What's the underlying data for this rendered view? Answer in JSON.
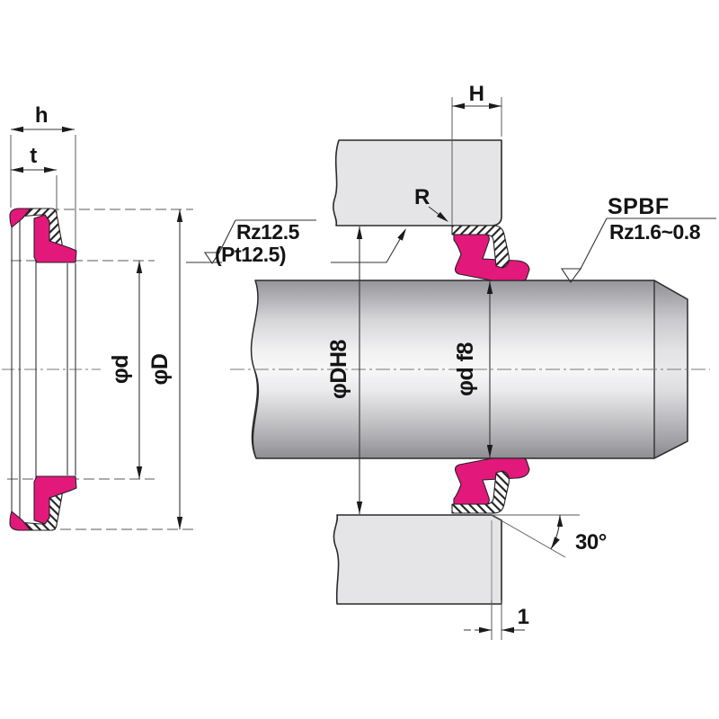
{
  "drawing": {
    "left_view": {
      "width_label": "h",
      "partial_width_label": "t",
      "inner_diameter_label": "φd",
      "outer_diameter_label": "φD"
    },
    "right_view": {
      "bore_depth_label": "H",
      "corner_radius_label": "R",
      "bore_diameter_label": "φDH8",
      "shaft_diameter_label": "φd f8",
      "chamfer_angle_label": "30°",
      "chamfer_width_label": "1"
    },
    "notes": {
      "housing_roughness_line1": "Rz12.5",
      "housing_roughness_line2": "(Pt12.5)",
      "seal_series": "SPBF",
      "shaft_roughness": "Rz1.6~0.8"
    },
    "colors": {
      "rubber": "#E3187B",
      "housing": "#E5E5E7",
      "outline": "#2A2A2A"
    }
  }
}
